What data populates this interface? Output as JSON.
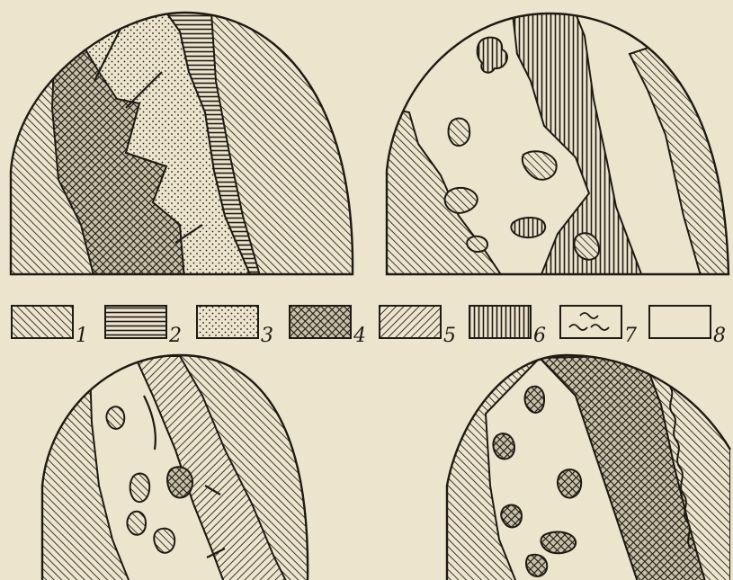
{
  "legend": {
    "items": [
      {
        "number": "1",
        "pattern": "diag-right"
      },
      {
        "number": "2",
        "pattern": "horizontal"
      },
      {
        "number": "3",
        "pattern": "dots"
      },
      {
        "number": "4",
        "pattern": "crosshatch"
      },
      {
        "number": "5",
        "pattern": "diag-left"
      },
      {
        "number": "6",
        "pattern": "vertical"
      },
      {
        "number": "7",
        "pattern": "waves"
      },
      {
        "number": "8",
        "pattern": "blank"
      }
    ]
  },
  "colors": {
    "paper": "#ede4cd",
    "ink": "#1e1a14"
  },
  "icons": [
    "hatch-swatch-icon",
    "wavy-swatch-icon",
    "blank-swatch-icon"
  ]
}
